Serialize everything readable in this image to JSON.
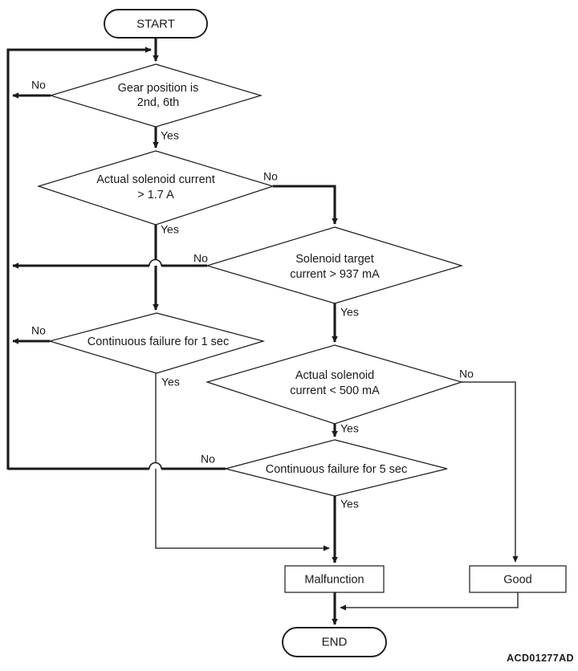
{
  "diagram": {
    "reference_code": "ACD01277AD",
    "terminators": [
      {
        "id": "start",
        "label": "START"
      },
      {
        "id": "end",
        "label": "END"
      }
    ],
    "decisions": [
      {
        "id": "gear-position",
        "line1": "Gear position is",
        "line2": "2nd, 6th"
      },
      {
        "id": "actual-current-gt-1-7a",
        "line1": "Actual solenoid current",
        "line2": "> 1.7 A"
      },
      {
        "id": "target-current-gt-937ma",
        "line1": "Solenoid target",
        "line2": "current > 937 mA"
      },
      {
        "id": "continuous-failure-1-sec",
        "line1": "Continuous failure for 1 sec",
        "line2": ""
      },
      {
        "id": "actual-current-lt-500ma",
        "line1": "Actual solenoid",
        "line2": "current < 500 mA"
      },
      {
        "id": "continuous-failure-5-sec",
        "line1": "Continuous failure for 5 sec",
        "line2": ""
      }
    ],
    "results": [
      {
        "id": "malfunction",
        "label": "Malfunction"
      },
      {
        "id": "good",
        "label": "Good"
      }
    ],
    "edge_labels": {
      "gear_no": "No",
      "gear_yes": "Yes",
      "current17_no": "No",
      "current17_yes": "Yes",
      "target937_no": "No",
      "target937_yes": "Yes",
      "failure1_no": "No",
      "failure1_yes": "Yes",
      "current500_no": "No",
      "current500_yes": "Yes",
      "failure5_no": "No",
      "failure5_yes": "Yes"
    },
    "colors": {
      "stroke": "#1a1a1a",
      "thin_stroke": "#555555",
      "fill": "#ffffff"
    }
  }
}
